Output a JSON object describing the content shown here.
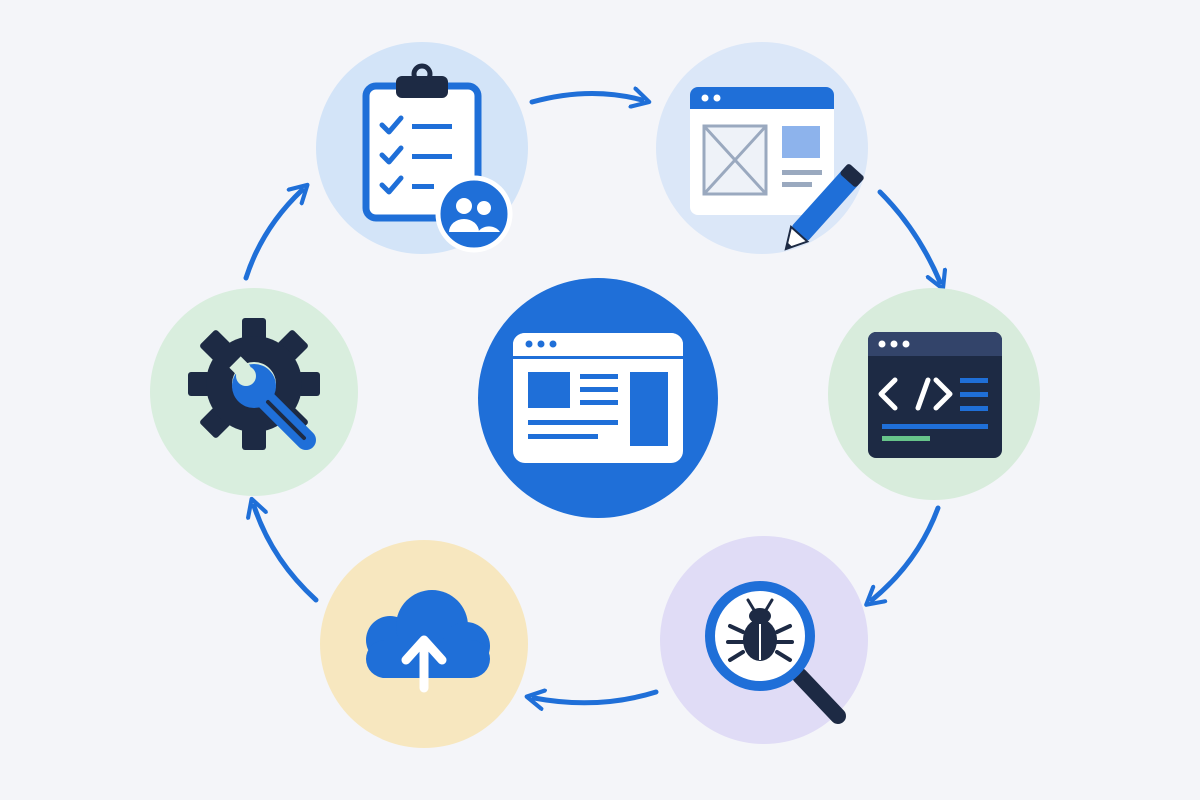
{
  "diagram": {
    "style": "circular-cycle",
    "direction": "clockwise",
    "colors": {
      "background": "#f4f5f9",
      "accent": "#1f6fd8",
      "navy": "#1d2a44"
    },
    "center": {
      "name": "web-app-hub",
      "icon": "web-app-window-icon",
      "fill": "#1f6fd8"
    },
    "stages": [
      {
        "name": "planning",
        "icon": "clipboard-checklist-team-icon",
        "fill": "#d3e4f8"
      },
      {
        "name": "design",
        "icon": "wireframe-pencil-icon",
        "fill": "#dbe7f8"
      },
      {
        "name": "development",
        "icon": "code-editor-icon",
        "fill": "#d8ecdc"
      },
      {
        "name": "testing",
        "icon": "magnifier-bug-icon",
        "fill": "#e0dcf6"
      },
      {
        "name": "deployment",
        "icon": "cloud-upload-icon",
        "fill": "#f7e7bf"
      },
      {
        "name": "maintenance",
        "icon": "gear-wrench-icon",
        "fill": "#d9eede"
      }
    ],
    "arrows": [
      {
        "from": "planning",
        "to": "design"
      },
      {
        "from": "design",
        "to": "development"
      },
      {
        "from": "development",
        "to": "testing"
      },
      {
        "from": "testing",
        "to": "deployment"
      },
      {
        "from": "deployment",
        "to": "maintenance"
      },
      {
        "from": "maintenance",
        "to": "planning"
      }
    ]
  }
}
